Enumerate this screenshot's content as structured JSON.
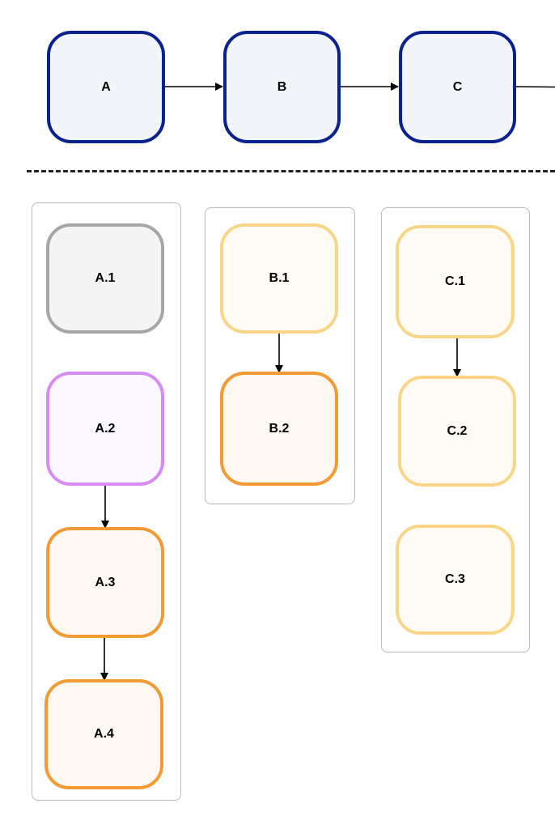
{
  "colors": {
    "blue_border": "#0a2290",
    "blue_fill": "#f2f5f9",
    "gray_border": "#a6a6a6",
    "gray_fill": "#f5f5f5",
    "purple_border": "#d78bf4",
    "purple_fill": "#fcf8ff",
    "orange_border": "#f39a33",
    "orange_fill": "#fdf8f2",
    "light_orange_border": "#f9d58a",
    "light_orange_fill": "#fefbf4",
    "edge": "#000000"
  },
  "top_row": [
    "A",
    "B",
    "C"
  ],
  "groups": {
    "a": [
      "A.1",
      "A.2",
      "A.3",
      "A.4"
    ],
    "b": [
      "B.1",
      "B.2"
    ],
    "c": [
      "C.1",
      "C.2",
      "C.3"
    ]
  }
}
